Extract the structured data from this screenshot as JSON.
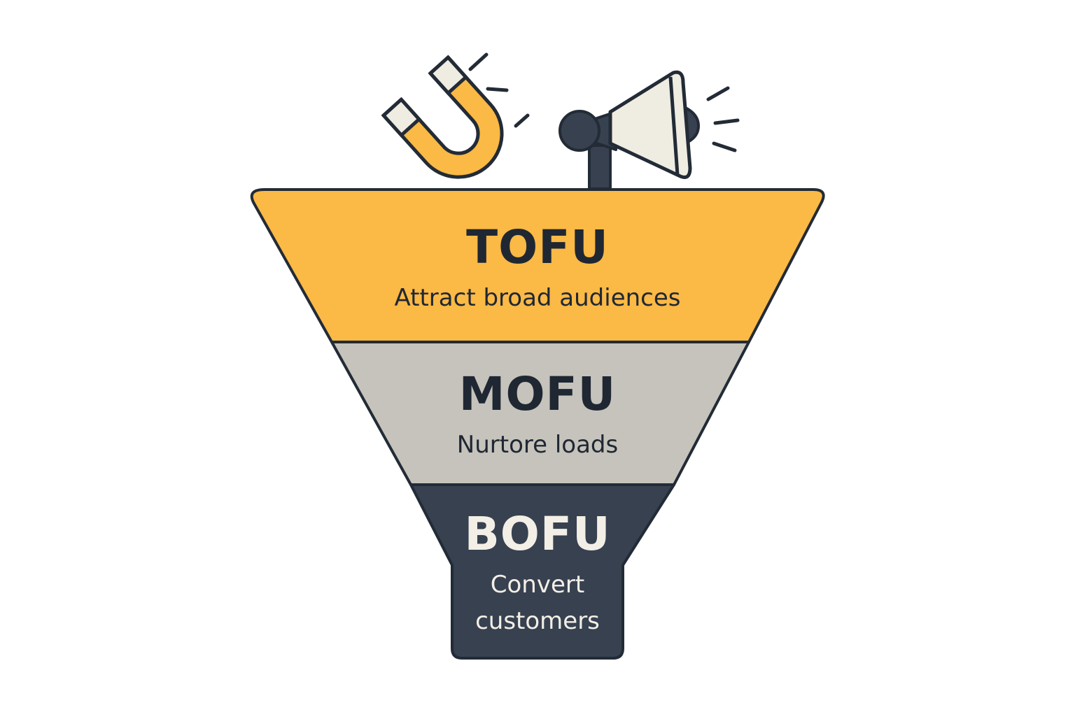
{
  "colors": {
    "outline": "#222b36",
    "top": "#fbb945",
    "middle": "#c5c3bb",
    "bottom": "#374150",
    "dark_text": "#1f2733",
    "light_text": "#f3efe6",
    "cream": "#efece2"
  },
  "icons": {
    "left": "magnet-icon",
    "right": "megaphone-icon"
  },
  "stages": [
    {
      "title": "TOFU",
      "description": "Attract broad audiences"
    },
    {
      "title": "MOFU",
      "description": "Nurtore loads"
    },
    {
      "title": "BOFU",
      "description": "Convert customers"
    }
  ]
}
